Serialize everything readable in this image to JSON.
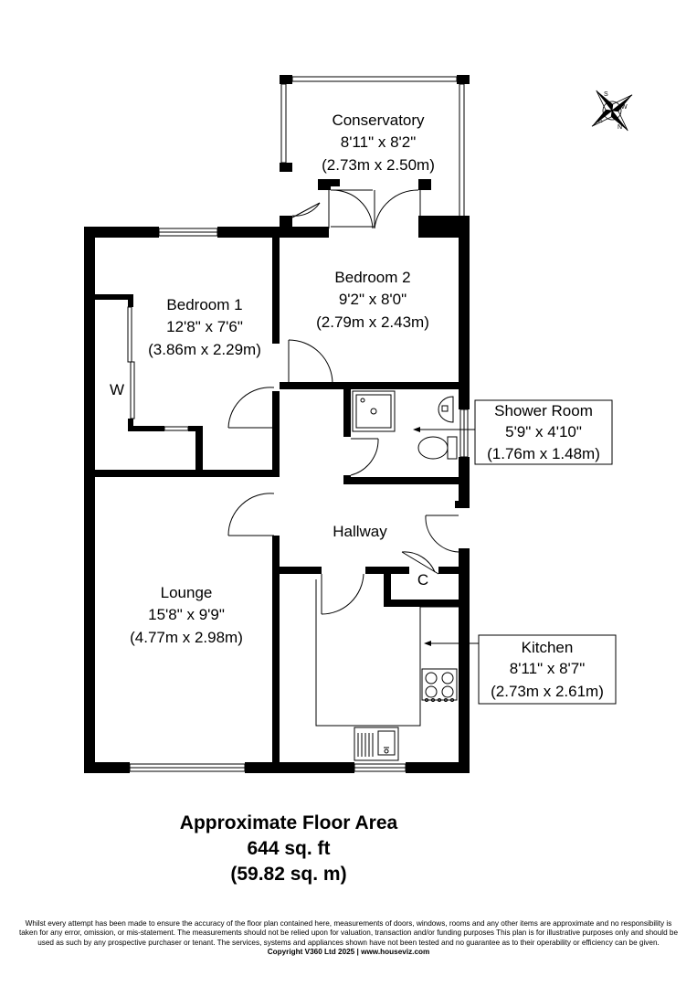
{
  "rooms": {
    "conservatory": {
      "name": "Conservatory",
      "imperial": "8'11\" x 8'2\"",
      "metric": "(2.73m x 2.50m)"
    },
    "bedroom2": {
      "name": "Bedroom 2",
      "imperial": "9'2\" x 8'0\"",
      "metric": "(2.79m x 2.43m)"
    },
    "bedroom1": {
      "name": "Bedroom 1",
      "imperial": "12'8\" x 7'6\"",
      "metric": "(3.86m x 2.29m)"
    },
    "shower": {
      "name": "Shower Room",
      "imperial": "5'9\" x 4'10\"",
      "metric": "(1.76m x 1.48m)"
    },
    "hallway": {
      "name": "Hallway"
    },
    "lounge": {
      "name": "Lounge",
      "imperial": "15'8\" x 9'9\"",
      "metric": "(4.77m x 2.98m)"
    },
    "kitchen": {
      "name": "Kitchen",
      "imperial": "8'11\" x 8'7\"",
      "metric": "(2.73m x 2.61m)"
    }
  },
  "markers": {
    "wardrobe": "W",
    "cupboard": "C"
  },
  "compass": {
    "letters": [
      "S",
      "W",
      "E",
      "N"
    ]
  },
  "floor_area": {
    "title": "Approximate Floor Area",
    "sqft": "644 sq. ft",
    "sqm": "(59.82 sq. m)"
  },
  "disclaimer": {
    "text": "Whilst every attempt has been made to ensure the accuracy of the floor plan contained here, measurements of doors, windows, rooms and any other items are approximate and no responsibility is taken for any error, omission, or mis-statement.  The measurements should not be relied upon for valuation, transaction and/or funding purposes This plan is for illustrative purposes only and should be used as such by any prospective purchaser or tenant. The services, systems and appliances shown have not been tested and no guarantee as to their operability or efficiency can be given.",
    "copyright": "Copyright V360 Ltd 2025 | www.houseviz.com"
  }
}
